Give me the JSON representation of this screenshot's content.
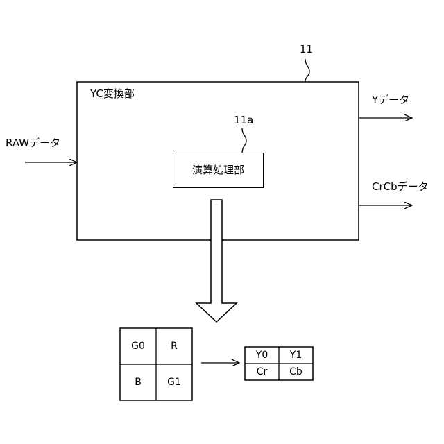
{
  "converter": {
    "ref": "11",
    "title": "YC変換部",
    "sub_ref": "11a",
    "sub_title": "演算処理部"
  },
  "inputs": {
    "raw_label": "RAWデータ"
  },
  "outputs": {
    "y_label": "Yデータ",
    "crcb_label": "CrCbデータ"
  },
  "bayer_grid": {
    "cells": [
      "G0",
      "R",
      "B",
      "G1"
    ]
  },
  "yc_grid": {
    "cells": [
      "Y0",
      "Y1",
      "Cr",
      "Cb"
    ]
  }
}
